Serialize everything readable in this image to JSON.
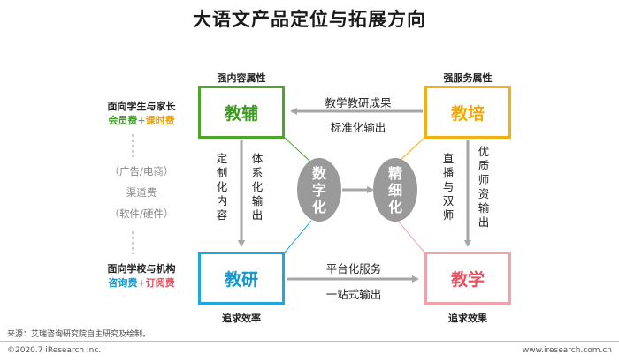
{
  "title": "大语文产品定位与拓展方向",
  "colors": {
    "green": "#4ea52a",
    "yellow": "#f2b011",
    "blue": "#1ea8df",
    "pink": "#f1a3ab",
    "red": "#e8505f",
    "gray_oval": "#9a9a9a",
    "arrow": "#a6a6a6"
  },
  "captions": {
    "top_left": "强内容属性",
    "top_right": "强服务属性",
    "bottom_left": "追求效率",
    "bottom_right": "追求效果"
  },
  "boxes": {
    "tl": "教辅",
    "tr": "教培",
    "bl": "教研",
    "br": "教学"
  },
  "ovals": {
    "left": [
      "数",
      "字",
      "化"
    ],
    "right": [
      "精",
      "细",
      "化"
    ]
  },
  "arrows": {
    "top_line1": "教学教研成果",
    "top_line2": "标准化输出",
    "bottom_line1": "平台化服务",
    "bottom_line2": "一站式输出",
    "left_col1": [
      "定",
      "制",
      "化",
      "内",
      "容"
    ],
    "left_col2": [
      "体",
      "系",
      "化",
      "输",
      "出"
    ],
    "right_col1": [
      "直",
      "播",
      "与",
      "双",
      "师"
    ],
    "right_col2": [
      "优",
      "质",
      "师",
      "资",
      "输",
      "出"
    ]
  },
  "left_panel": {
    "top_head": "面向学生与家长",
    "top_fee1": "会员费",
    "top_fee2": "课时费",
    "plus": "+",
    "notes": [
      "（广告/电商）",
      "渠道费",
      "（软件/硬件）"
    ],
    "bottom_head": "面向学校与机构",
    "bottom_fee1": "咨询费",
    "bottom_fee2": "订阅费"
  },
  "footer": {
    "source": "来源：艾瑞咨询研究院自主研究及绘制。",
    "copyright": "©2020.7 iResearch Inc.",
    "website": "www.iresearch.com.cn"
  }
}
